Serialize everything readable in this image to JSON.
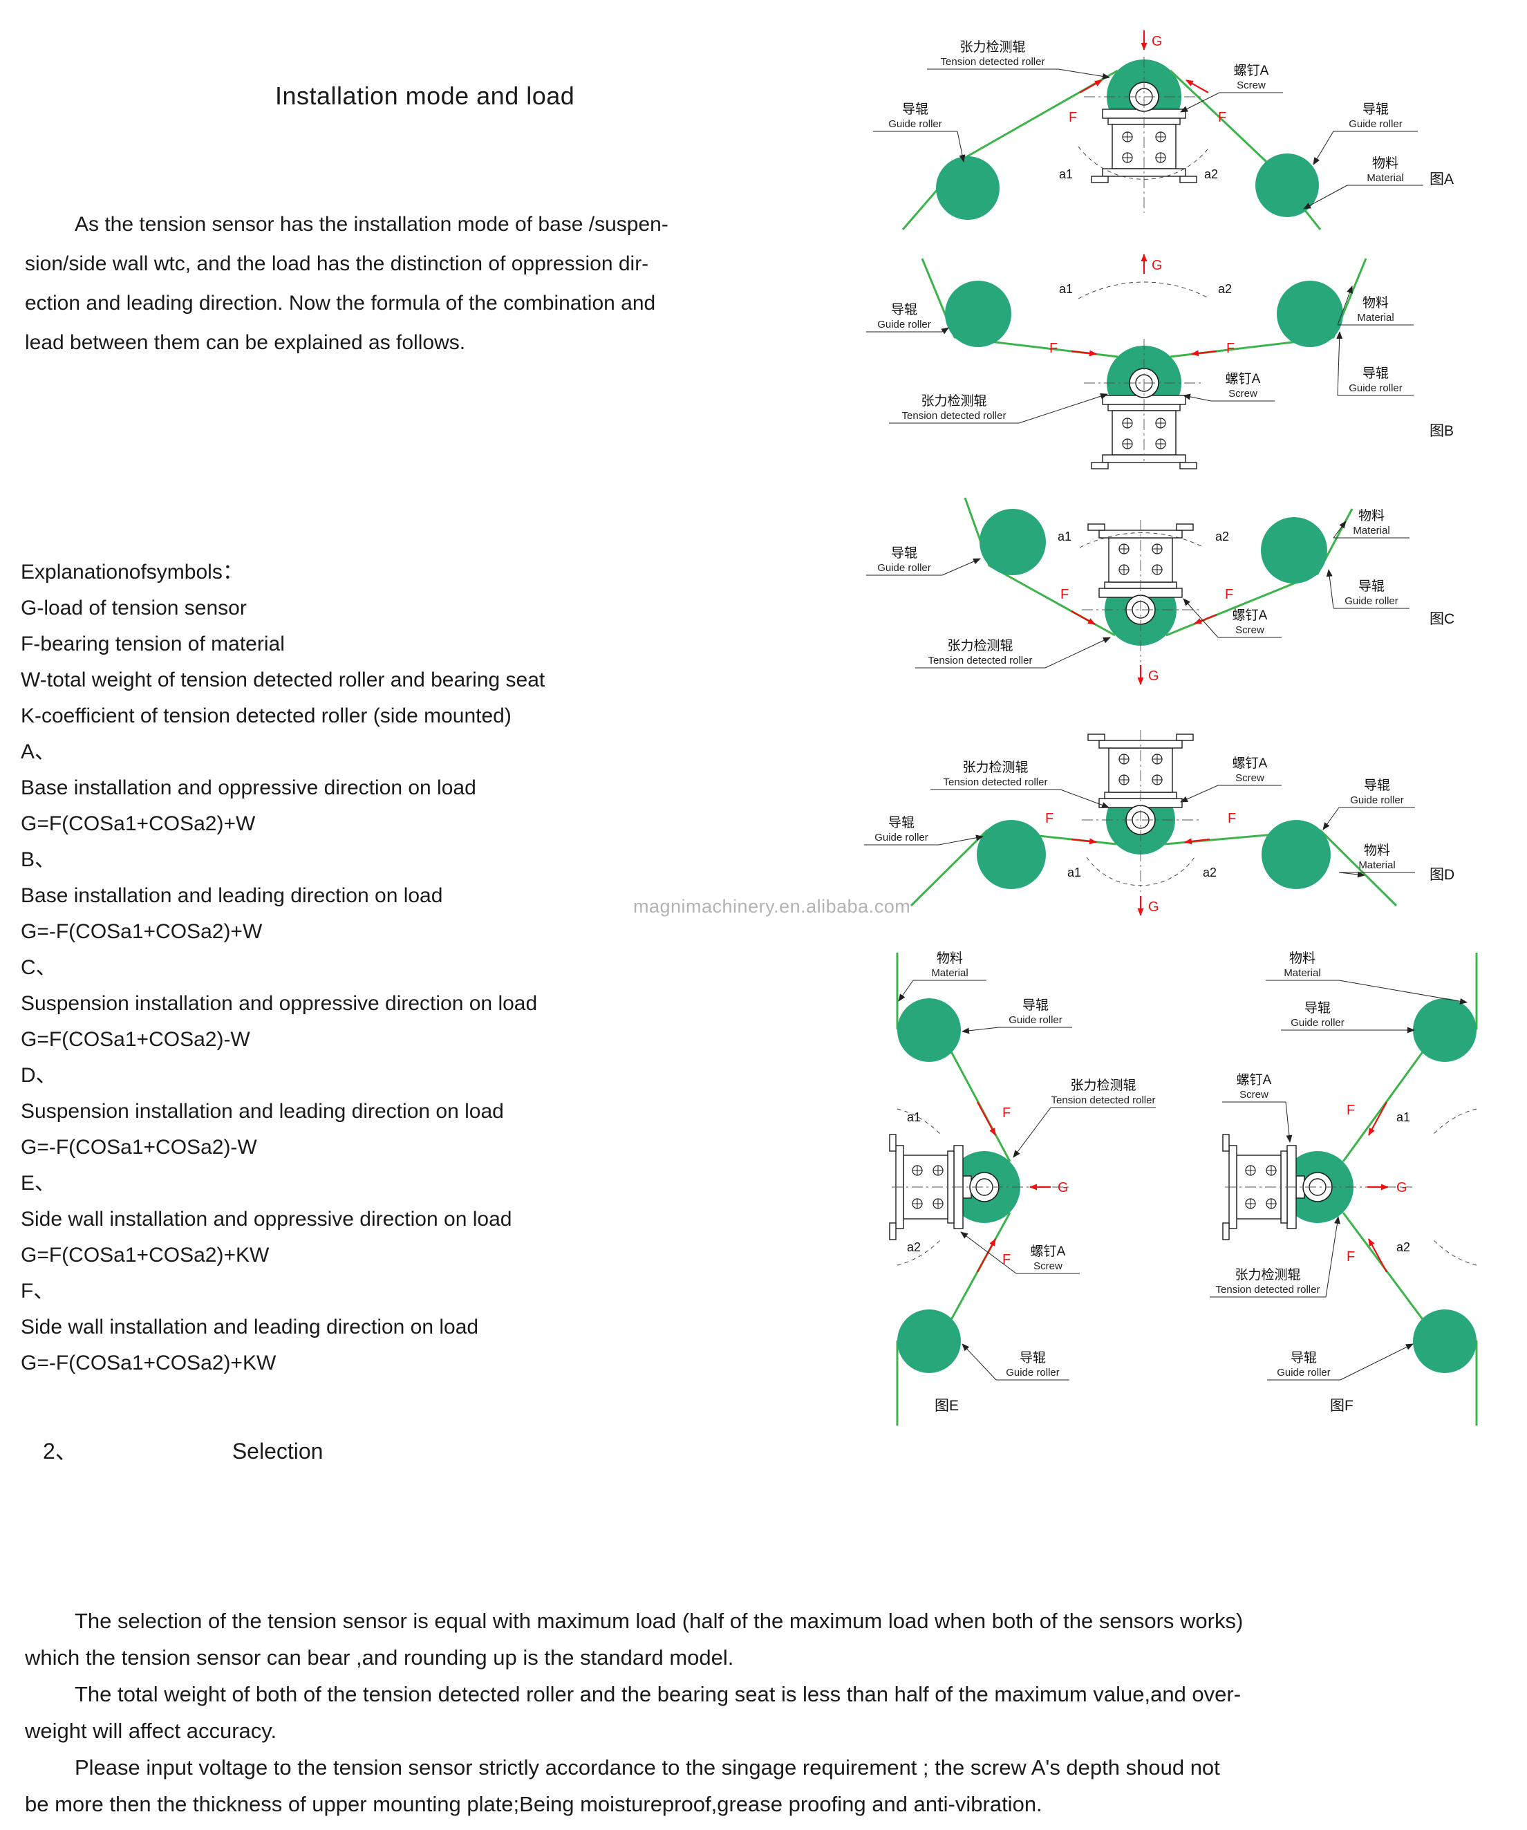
{
  "doc": {
    "title": "Installation mode and load",
    "intro_lines": [
      {
        "indent": true,
        "text": "As the tension sensor has the installation mode of base /suspen-"
      },
      {
        "indent": false,
        "text": "sion/side wall wtc, and the load has the distinction of oppression dir-"
      },
      {
        "indent": false,
        "text": "ection and leading direction. Now the formula of the combination and"
      },
      {
        "indent": false,
        "text": "lead between them can be explained as follows."
      }
    ],
    "symbols_lines": [
      "Explanationofsymbols：",
      "G-load of tension sensor",
      "F-bearing tension of material",
      "W-total weight of tension detected roller and bearing seat",
      "K-coefficient of tension detected roller (side mounted)",
      "A、",
      "Base installation and oppressive direction on load",
      "G=F(COSa1+COSa2)+W",
      "B、",
      "Base installation and leading direction on load",
      "G=-F(COSa1+COSa2)+W",
      "C、",
      "Suspension installation and oppressive direction on load",
      "G=F(COSa1+COSa2)-W",
      "D、",
      "Suspension installation and leading direction on load",
      "G=-F(COSa1+COSa2)-W",
      "E、",
      "Side wall installation and oppressive direction on load",
      "G=F(COSa1+COSa2)+KW",
      "F、",
      "Side wall installation and leading direction on load",
      "G=-F(COSa1+COSa2)+KW"
    ],
    "selection_number": "2、",
    "selection_title": "Selection",
    "bottom_lines": [
      {
        "indent": true,
        "text": "The selection of the tension sensor is equal with maximum load (half of the maximum load when both of the sensors works)"
      },
      {
        "indent": false,
        "text": "which the tension sensor can bear ,and rounding up is the standard model."
      },
      {
        "indent": true,
        "text": "The total weight of both of the tension detected roller and the bearing seat is less than half of the maximum value,and over-"
      },
      {
        "indent": false,
        "text": "weight will affect accuracy."
      },
      {
        "indent": true,
        "text": "Please input voltage to the tension sensor strictly accordance to the singage requirement ; the screw A's depth shoud not"
      },
      {
        "indent": false,
        "text": "be more then the thickness of upper mounting plate;Being moistureproof,grease proofing and anti-vibration."
      }
    ],
    "watermark": "magnimachinery.en.alibaba.com"
  },
  "diagram_labels": {
    "tension_cn": "张力检测辊",
    "tension_en": "Tension detected roller",
    "guide_cn": "导辊",
    "guide_en": "Guide roller",
    "screw_cn": "螺钉A",
    "screw_en": "Screw",
    "material_cn": "物料",
    "material_en": "Material",
    "G": "G",
    "F": "F",
    "a1": "a1",
    "a2": "a2"
  },
  "figures": [
    {
      "id": "A",
      "caption": "图A"
    },
    {
      "id": "B",
      "caption": "图B"
    },
    {
      "id": "C",
      "caption": "图C"
    },
    {
      "id": "D",
      "caption": "图D"
    },
    {
      "id": "E",
      "caption": "图E"
    },
    {
      "id": "F",
      "caption": "图F"
    }
  ],
  "colors": {
    "roller_green": "#28a87a",
    "material_green": "#3cb44b",
    "accent_red": "#ee1010",
    "line_black": "#1c1c1c"
  }
}
